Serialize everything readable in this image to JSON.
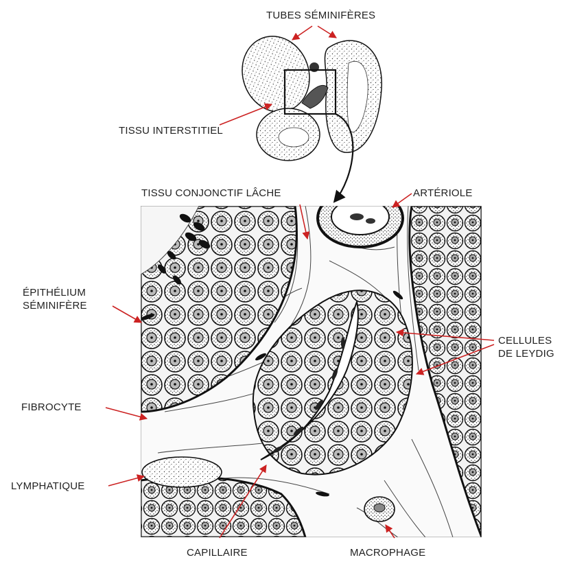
{
  "labels": {
    "tubes_seminiferes": "TUBES SÉMINIFÈRES",
    "tissu_interstitiel": "TISSU INTERSTITIEL",
    "tissu_conjonctif_lache": "TISSU CONJONCTIF LÂCHE",
    "arteriole": "ARTÉRIOLE",
    "epithelium_line1": "ÉPITHÉLIUM",
    "epithelium_line2": "SÉMINIFÈRE",
    "cellules_line1": "CELLULES",
    "cellules_line2": "DE LEYDIG",
    "fibrocyte": "FIBROCYTE",
    "lymphatique": "LYMPHATIQUE",
    "capillaire": "CAPILLAIRE",
    "macrophage": "MACROPHAGE"
  },
  "colors": {
    "arrow": "#cc2222",
    "ink": "#111111",
    "text": "#222222"
  }
}
